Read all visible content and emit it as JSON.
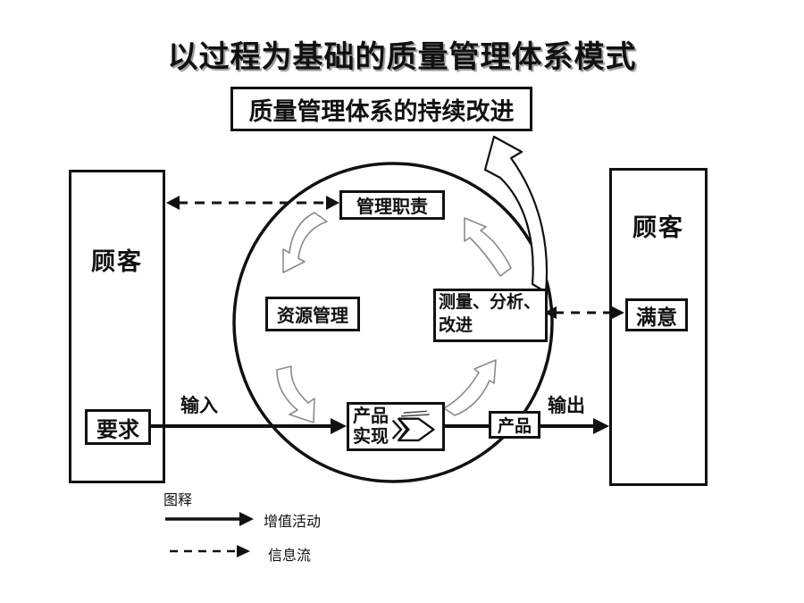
{
  "title": "以过程为基础的质量管理体系模式",
  "subtitle": "质量管理体系的持续改进",
  "left_customer": {
    "label": "顾客",
    "box": "要求"
  },
  "right_customer": {
    "label": "顾客",
    "box": "满意"
  },
  "circle": {
    "management": "管理职责",
    "resources": "资源管理",
    "measurement_line1": "测量、分析、",
    "measurement_line2": "改进",
    "realization_line1": "产品",
    "realization_line2": "实现",
    "product": "产品"
  },
  "flow_labels": {
    "input": "输入",
    "output": "输出"
  },
  "legend": {
    "title": "图释",
    "solid_label": "增值活动",
    "dashed_label": "信息流"
  },
  "colors": {
    "ink": "#111111",
    "sketch_outline": "#8a8a8a"
  }
}
